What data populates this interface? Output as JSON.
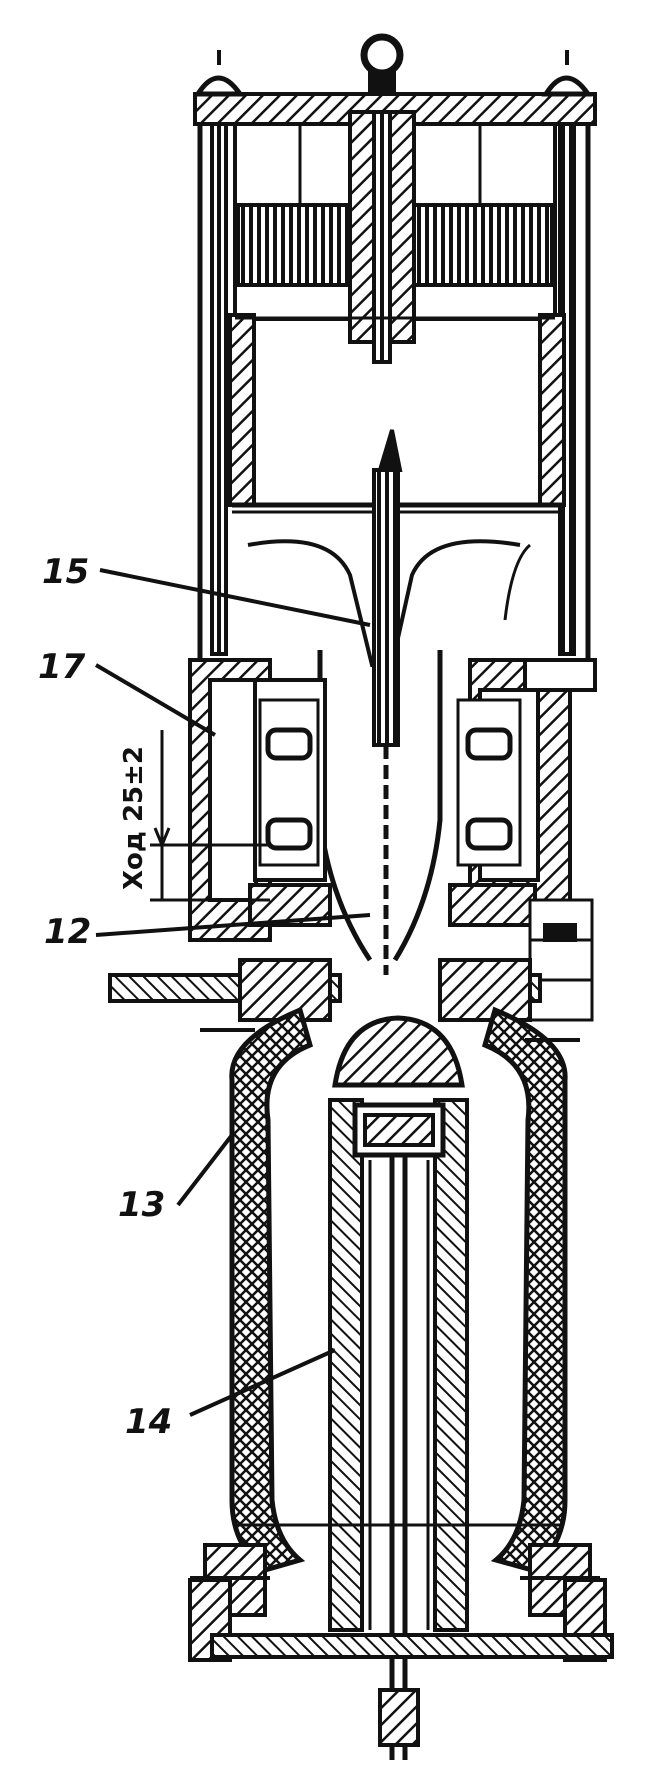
{
  "callouts": {
    "c15": "15",
    "c17": "17",
    "c12": "12",
    "c13": "13",
    "c14": "14"
  },
  "stroke_dimension": "Ход 25±2",
  "colors": {
    "ink": "#111111",
    "paper": "#ffffff"
  }
}
